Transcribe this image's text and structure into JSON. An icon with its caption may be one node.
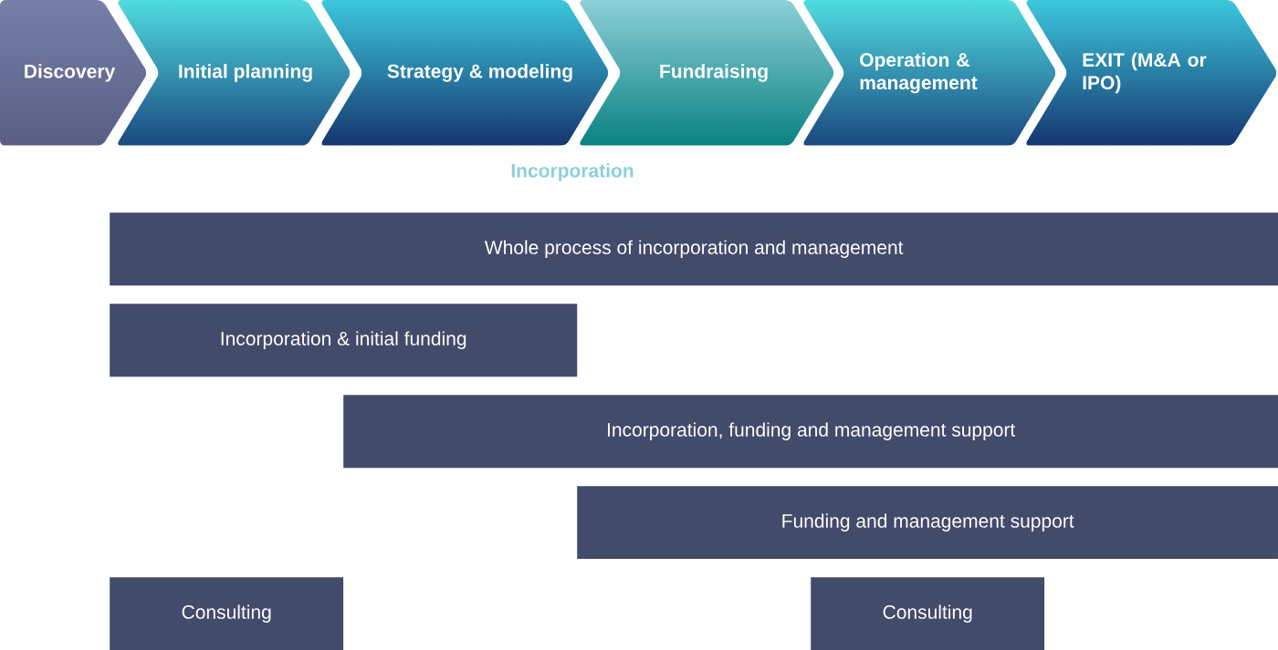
{
  "diagram": {
    "nodes": [
      {
        "text": [
          "Discovery"
        ]
      },
      {
        "text": [
          "Initial planning"
        ]
      },
      {
        "text": [
          "Strategy & modeling"
        ]
      },
      {
        "text": [
          "Fundraising"
        ]
      },
      {
        "text": [
          "Operation & management"
        ]
      },
      {
        "text": [
          "EXIT (M&A or IPO)"
        ]
      },
      {
        "text": [
          "Whole process of incorporation and management"
        ]
      },
      {
        "text": [
          "Incorporation & initial funding"
        ]
      },
      {
        "text": [
          "Incorporation, funding and management support"
        ]
      },
      {
        "text": [
          "Funding and management support"
        ]
      },
      {
        "text": [
          "Consulting"
        ]
      },
      {
        "text": [
          "Consulting"
        ]
      }
    ],
    "labels": [
      "Incorporation"
    ]
  }
}
